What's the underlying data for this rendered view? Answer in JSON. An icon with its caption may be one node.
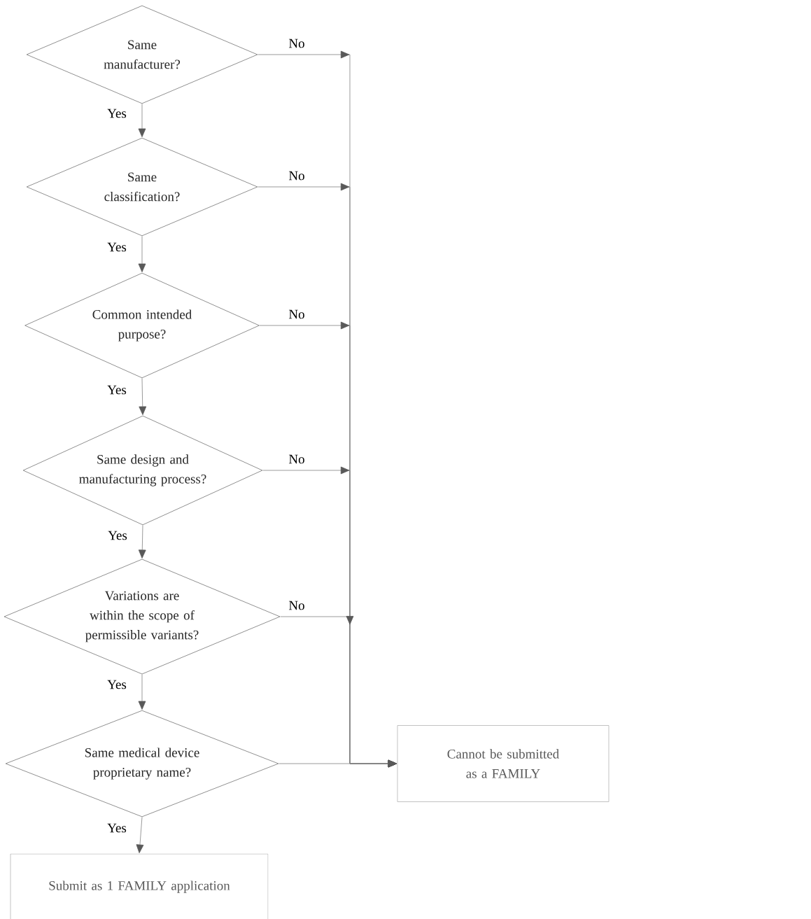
{
  "diagram": {
    "nodes": [
      {
        "text": [
          "Same manufacturer?"
        ]
      },
      {
        "text": [
          "Same classification?"
        ]
      },
      {
        "text": [
          "Common intended purpose?"
        ]
      },
      {
        "text": [
          "Same design and manufacturing process?"
        ]
      },
      {
        "text": [
          "Variations are within the scope of permissible variants?"
        ]
      },
      {
        "text": [
          "Same medical device proprietary name?"
        ]
      },
      {
        "text": [
          "Cannot be submitted as a FAMILY"
        ]
      },
      {
        "text": [
          "Submit as 1 FAMILY application"
        ]
      }
    ],
    "edges": [
      {
        "from": 0,
        "to": 1,
        "arrow": "to",
        "label": "Yes"
      },
      {
        "from": 0,
        "to": 6,
        "arrow": "to",
        "label": "No"
      },
      {
        "from": 1,
        "to": 2,
        "arrow": "to",
        "label": "Yes"
      },
      {
        "from": 1,
        "to": 6,
        "arrow": "to",
        "label": "No"
      },
      {
        "from": 2,
        "to": 3,
        "arrow": "to",
        "label": "Yes"
      },
      {
        "from": 2,
        "to": 6,
        "arrow": "to",
        "label": "No"
      },
      {
        "from": 3,
        "to": 4,
        "arrow": "to",
        "label": "Yes"
      },
      {
        "from": 3,
        "to": 6,
        "arrow": "to",
        "label": "No"
      },
      {
        "from": 4,
        "to": 5,
        "arrow": "to",
        "label": "Yes"
      },
      {
        "from": 4,
        "to": 6,
        "arrow": "to",
        "label": "No"
      },
      {
        "from": 5,
        "to": 7,
        "arrow": "to",
        "label": "Yes"
      },
      {
        "from": 5,
        "to": 6,
        "arrow": "to"
      }
    ]
  }
}
